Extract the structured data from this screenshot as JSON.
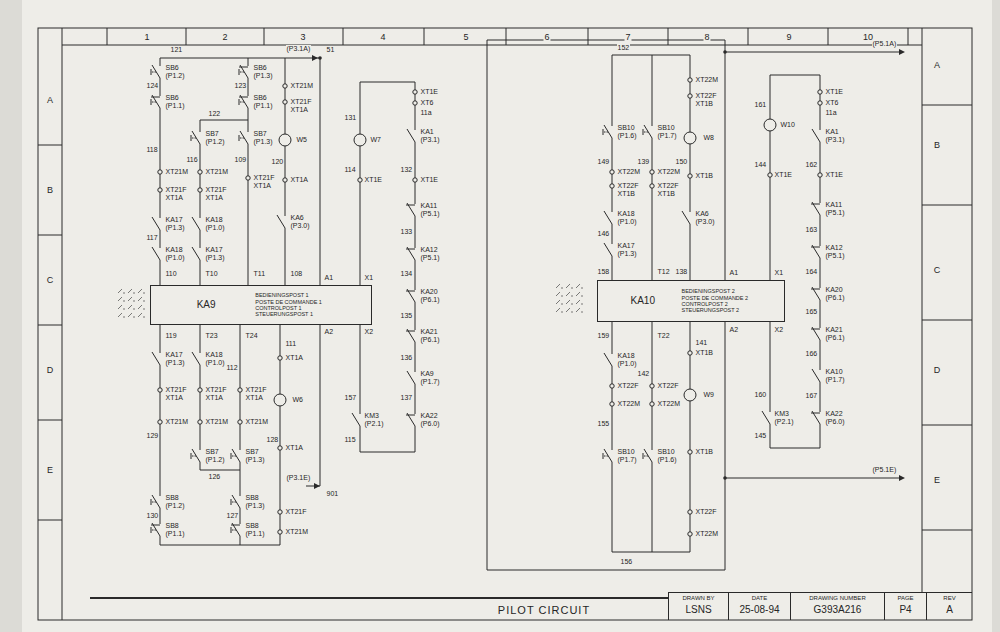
{
  "diagram": {
    "nodes": [
      {
        "text": [
          "KA9",
          "BEDIENINGSPOST 1 POSTE DE COMMANDE 1 CONTROLPOST 1 STEUERUNGSPOST 1"
        ]
      },
      {
        "text": [
          "KA10",
          "BEDIENINGSPOST 2 POSTE DE COMMANDE 2 CONTROLPOST 2 STEUERUNGSPOST 2"
        ]
      },
      {
        "text": [
          "PILOT CIRCUIT"
        ]
      },
      {
        "text": [
          "DRAWN BY",
          "LSNS"
        ]
      },
      {
        "text": [
          "DATE",
          "25-08-94"
        ]
      },
      {
        "text": [
          "DRAWING NUMBER",
          "G393A216"
        ]
      },
      {
        "text": [
          "PAGE",
          "P4"
        ]
      },
      {
        "text": [
          "REV",
          "A"
        ]
      }
    ],
    "labels": [
      "1",
      "2",
      "3",
      "4",
      "5",
      "6",
      "7",
      "8",
      "9",
      "10",
      "A",
      "B",
      "C",
      "D",
      "E",
      "A",
      "B",
      "C",
      "D",
      "E",
      "121",
      "(P3.1A)",
      "51",
      "SB6",
      "(P1.2)",
      "124",
      "SB6",
      "(P1.1)",
      "118",
      "XT21M",
      "XT21F",
      "XT1A",
      "KA17",
      "(P1.3)",
      "117",
      "KA18",
      "(P1.0)",
      "110",
      "122",
      "SB7",
      "(P1.2)",
      "116",
      "XT21M",
      "XT21F",
      "XT1A",
      "KA18",
      "(P1.0)",
      "KA17",
      "(P1.3)",
      "T10",
      "SB6",
      "(P1.3)",
      "123",
      "SB6",
      "(P1.1)",
      "SB7",
      "(P1.3)",
      "109",
      "XT21F",
      "XT1A",
      "T11",
      "XT21M",
      "XT21F",
      "XT1A",
      "W5",
      "120",
      "XT1A",
      "KA6",
      "(P3.0)",
      "108",
      "A1",
      "X1",
      "A2",
      "X2",
      "119",
      "KA17",
      "(P1.3)",
      "XT21F",
      "XT1A",
      "XT21M",
      "129",
      "SB8",
      "(P1.2)",
      "130",
      "SB8",
      "(P1.1)",
      "T23",
      "KA18",
      "(P1.0)",
      "XT21F",
      "XT1A",
      "XT21M",
      "SB7",
      "(P1.2)",
      "126",
      "T24",
      "112",
      "XT21F",
      "XT1A",
      "XT21M",
      "SB7",
      "(P1.3)",
      "SB8",
      "(P1.3)",
      "127",
      "SB8",
      "(P1.1)",
      "111",
      "XT1A",
      "W6",
      "128",
      "XT1A",
      "(P3.1E)",
      "901",
      "XT21F",
      "XT21M",
      "131",
      "W7",
      "114",
      "XT1E",
      "XT1E",
      "XT6",
      "11a",
      "KA1",
      "(P3.1)",
      "132",
      "XT1E",
      "KA11",
      "(P5.1)",
      "133",
      "KA12",
      "(P5.1)",
      "134",
      "KA20",
      "(P6.1)",
      "135",
      "KA21",
      "(P6.1)",
      "136",
      "KA9",
      "(P1.7)",
      "137",
      "KA22",
      "(P6.0)",
      "157",
      "KM3",
      "(P2.1)",
      "115",
      "(P5.1A)",
      "152",
      "SB10",
      "(P1.6)",
      "149",
      "XT22M",
      "XT22F",
      "XT1B",
      "KA18",
      "(P1.0)",
      "146",
      "KA17",
      "(P1.3)",
      "158",
      "SB10",
      "(P1.7)",
      "139",
      "XT22M",
      "XT22F",
      "XT1B",
      "T12",
      "XT22M",
      "XT22F",
      "XT1B",
      "W8",
      "150",
      "XT1B",
      "KA6",
      "(P3.0)",
      "138",
      "A1",
      "X1",
      "A2",
      "X2",
      "159",
      "KA18",
      "(P1.0)",
      "XT22F",
      "XT22M",
      "155",
      "SB10",
      "(P1.7)",
      "T22",
      "142",
      "XT22F",
      "XT22M",
      "SB10",
      "(P1.6)",
      "141",
      "XT1B",
      "W9",
      "XT1B",
      "(P5.1E)",
      "XT22F",
      "XT22M",
      "156",
      "161",
      "W10",
      "144",
      "XT1E",
      "XT1E",
      "XT6",
      "11a",
      "KA1",
      "(P3.1)",
      "162",
      "XT1E",
      "KA11",
      "(P5.1)",
      "163",
      "KA12",
      "(P5.1)",
      "164",
      "KA20",
      "(P6.1)",
      "165",
      "KA21",
      "(P6.1)",
      "166",
      "KA10",
      "(P1.7)",
      "167",
      "KA22",
      "(P6.0)",
      "160",
      "KM3",
      "(P2.1)",
      "145"
    ]
  }
}
